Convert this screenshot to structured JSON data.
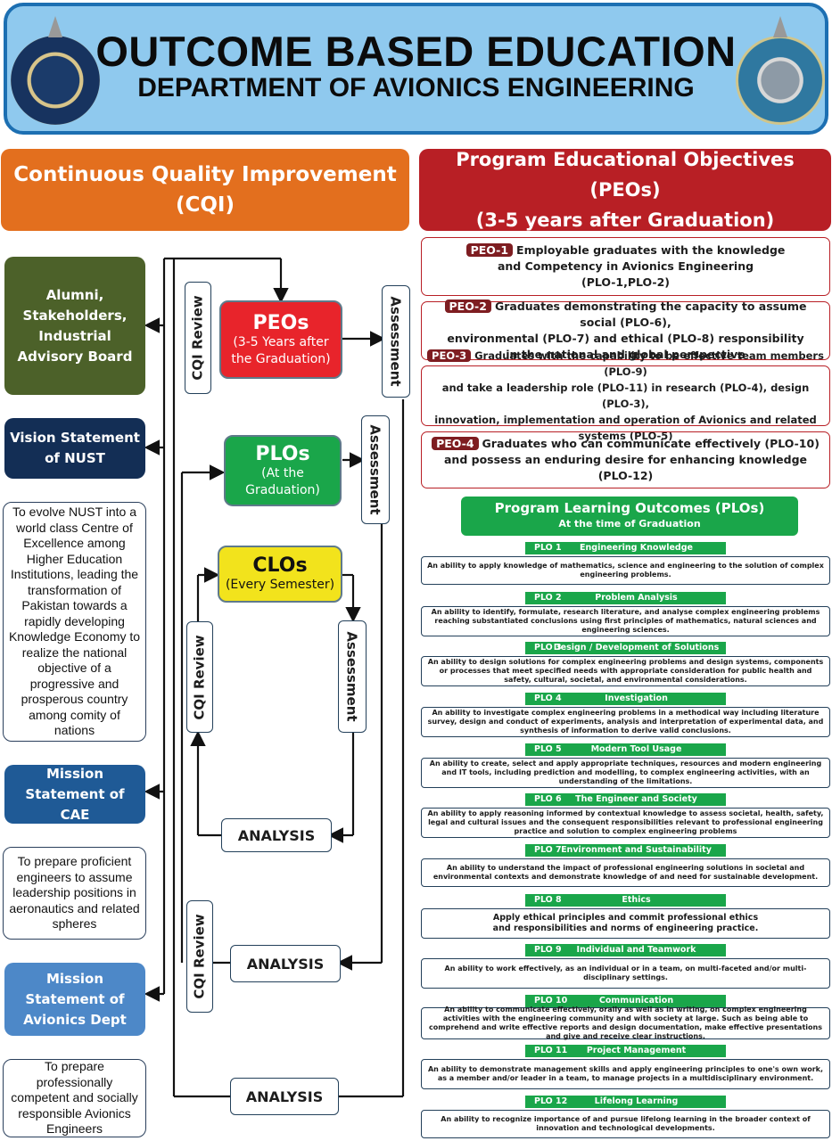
{
  "header": {
    "title": "OUTCOME BASED EDUCATION",
    "subtitle": "DEPARTMENT OF AVIONICS ENGINEERING"
  },
  "cqi_title": "Continuous Quality Improvement (CQI)",
  "peo_section_title_1": "Program Educational Objectives (PEOs)",
  "peo_section_title_2": "(3-5 years after Graduation)",
  "left": {
    "alumni": "Alumni, Stakeholders, Industrial Advisory Board",
    "vision_title": "Vision Statement of NUST",
    "vision_text": "To evolve NUST into a world class Centre of Excellence among Higher Education Institutions, leading the transformation of Pakistan towards a rapidly developing Knowledge Economy to realize the national objective of a progressive and prosperous country among comity of nations",
    "mission_cae_title": "Mission Statement of CAE",
    "mission_cae_text": "To prepare proficient engineers to assume leadership positions in aeronautics and related spheres",
    "mission_dept_title": "Mission Statement of Avionics Dept",
    "mission_dept_text": "To prepare professionally competent and socially responsible Avionics Engineers"
  },
  "flow": {
    "peos_title": "PEOs",
    "peos_sub": "(3-5 Years after the Graduation)",
    "plos_title": "PLOs",
    "plos_sub": "(At the Graduation)",
    "clos_title": "CLOs",
    "clos_sub": "(Every Semester)",
    "cqi_review": "CQI Review",
    "assessment": "Assessment",
    "analysis": "ANALYSIS"
  },
  "peos": [
    {
      "tag": "PEO-1",
      "text_1": "Employable graduates with the knowledge",
      "text_2": "and Competency in Avionics Engineering",
      "text_3": "(PLO-1,PLO-2)"
    },
    {
      "tag": "PEO-2",
      "text_1": "Graduates demonstrating the capacity to assume social (PLO-6),",
      "text_2": "environmental (PLO-7) and ethical (PLO-8) responsibility",
      "text_3": "in the national and global perspective"
    },
    {
      "tag": "PEO-3",
      "text_1": "Graduates with the capability to be effective team members (PLO-9)",
      "text_2": "and take a leadership role (PLO-11) in research (PLO-4), design (PLO-3),",
      "text_3": "innovation, implementation and operation of Avionics and related systems (PLO-5)"
    },
    {
      "tag": "PEO-4",
      "text_1": "Graduates who can communicate effectively (PLO-10)",
      "text_2": "and possess an enduring desire for enhancing knowledge (PLO-12)"
    }
  ],
  "plo_header": {
    "title": "Program Learning Outcomes (PLOs)",
    "subtitle": "At the time of Graduation"
  },
  "plos": [
    {
      "num": "PLO 1",
      "title": "Engineering Knowledge",
      "desc": "An ability to apply knowledge of mathematics, science and engineering to the solution of complex engineering problems."
    },
    {
      "num": "PLO 2",
      "title": "Problem Analysis",
      "desc": "An ability to identify, formulate, research literature, and analyse complex engineering problems reaching substantiated conclusions using first principles of mathematics, natural sciences and engineering sciences."
    },
    {
      "num": "PLO 3",
      "title": "Design / Development of Solutions",
      "desc": "An ability to design solutions for complex engineering problems and design systems, components or processes that meet specified needs with appropriate consideration for public health and safety, cultural, societal, and environmental considerations."
    },
    {
      "num": "PLO 4",
      "title": "Investigation",
      "desc": "An ability to investigate complex engineering problems in a methodical way including literature survey, design and conduct of experiments, analysis and interpretation of experimental data, and synthesis of information to derive valid conclusions."
    },
    {
      "num": "PLO 5",
      "title": "Modern Tool Usage",
      "desc": "An ability to create, select and apply appropriate techniques, resources and modern engineering and IT tools, including prediction and modelling, to complex engineering activities, with an understanding of the limitations."
    },
    {
      "num": "PLO 6",
      "title": "The Engineer and Society",
      "desc": "An ability to apply reasoning informed by contextual knowledge to assess societal, health, safety, legal and cultural issues and the consequent responsibilities relevant to professional engineering practice and solution to complex engineering problems"
    },
    {
      "num": "PLO 7",
      "title": "Environment and Sustainability",
      "desc": "An ability to understand the impact of professional engineering solutions in societal and environmental contexts and demonstrate knowledge of and need for sustainable development."
    },
    {
      "num": "PLO 8",
      "title": "Ethics",
      "desc": "Apply ethical principles and commit professional ethics and responsibilities and norms of engineering practice."
    },
    {
      "num": "PLO 9",
      "title": "Individual and Teamwork",
      "desc": "An ability to work effectively, as an individual or in a team, on multi-faceted and/or multi-disciplinary settings."
    },
    {
      "num": "PLO 10",
      "title": "Communication",
      "desc": "An ability to communicate effectively, orally as well as in writing, on complex engineering activities with the engineering community and with society at large. Such as being able to comprehend and write effective reports and design documentation, make effective presentations and give and receive clear instructions."
    },
    {
      "num": "PLO 11",
      "title": "Project Management",
      "desc": "An ability to demonstrate management skills and apply engineering principles to one's own work, as a member and/or leader in a team, to manage projects in a multidisciplinary environment."
    },
    {
      "num": "PLO 12",
      "title": "Lifelong Learning",
      "desc": "An ability to recognize importance of and pursue lifelong learning in the broader context of innovation and technological developments."
    }
  ]
}
